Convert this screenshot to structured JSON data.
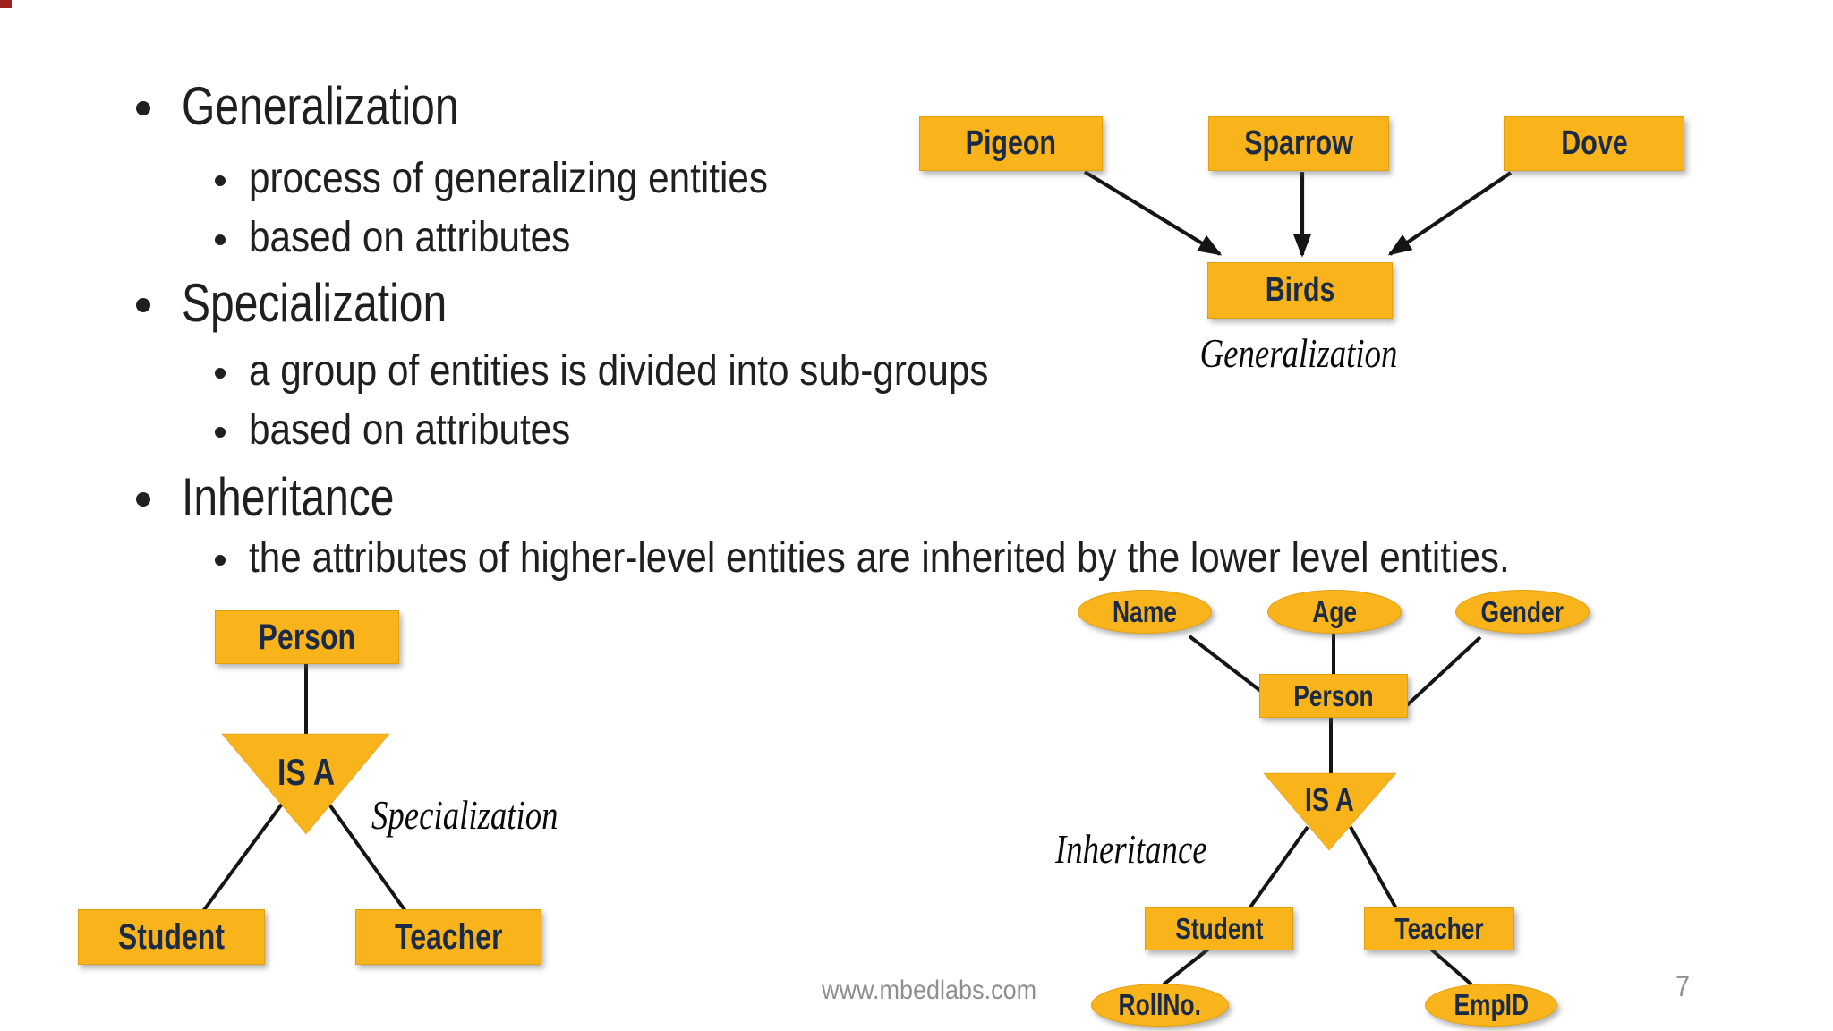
{
  "bullets": [
    {
      "text": "Generalization",
      "subs": [
        "process of generalizing entities",
        "based on attributes"
      ]
    },
    {
      "text": "Specialization",
      "subs": [
        "a group of entities is divided into sub-groups",
        "based on attributes"
      ]
    },
    {
      "text": "Inheritance",
      "subs": [
        "the attributes of higher-level entities are inherited by the lower level entities."
      ]
    }
  ],
  "diagrams": {
    "generalization": {
      "caption": "Generalization",
      "nodes": {
        "pigeon": "Pigeon",
        "sparrow": "Sparrow",
        "dove": "Dove",
        "birds": "Birds"
      }
    },
    "specialization": {
      "caption": "Specialization",
      "nodes": {
        "person": "Person",
        "isa": "IS A",
        "student": "Student",
        "teacher": "Teacher"
      }
    },
    "inheritance": {
      "caption": "Inheritance",
      "nodes": {
        "name": "Name",
        "age": "Age",
        "gender": "Gender",
        "person": "Person",
        "isa": "IS A",
        "student": "Student",
        "teacher": "Teacher",
        "rollno": "RollNo.",
        "empid": "EmpID"
      }
    }
  },
  "footer": {
    "website": "www.mbedlabs.com",
    "page_number": "7"
  },
  "colors": {
    "background": "#FFFFFF",
    "entity_fill": "#F9B41B",
    "entity_text": "#1B2B45",
    "connector": "#151515",
    "bullet_text": "#1F1F1F",
    "footer_text": "#8F8F8F"
  }
}
